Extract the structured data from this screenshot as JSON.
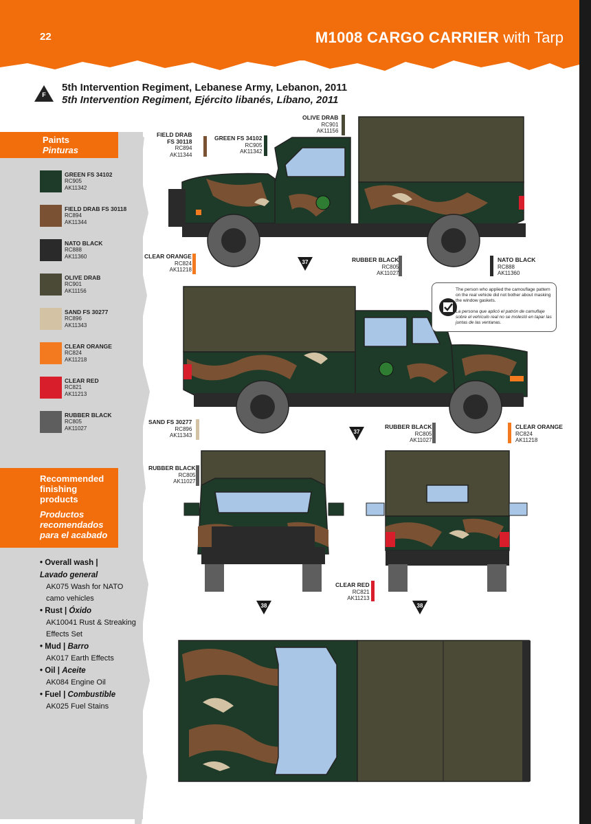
{
  "header": {
    "page_number": "22",
    "title_bold": "M1008 CARGO CARRIER",
    "title_light": "with Tarp"
  },
  "scheme": {
    "letter": "F",
    "title_en": "5th Intervention Regiment, Lebanese Army, Lebanon, 2011",
    "title_es": "5th Intervention Regiment, Ejército libanés, Líbano, 2011"
  },
  "paints": {
    "heading_en": "Paints",
    "heading_es": "Pinturas",
    "items": [
      {
        "name": "GREEN FS 34102",
        "rc": "RC905",
        "ak": "AK11342",
        "color": "#1e3a28"
      },
      {
        "name": "FIELD DRAB FS 30118",
        "rc": "RC894",
        "ak": "AK11344",
        "color": "#7a5233"
      },
      {
        "name": "NATO BLACK",
        "rc": "RC888",
        "ak": "AK11360",
        "color": "#2a2a2a"
      },
      {
        "name": "OLIVE DRAB",
        "rc": "RC901",
        "ak": "AK11156",
        "color": "#4a4a36"
      },
      {
        "name": "SAND FS 30277",
        "rc": "RC896",
        "ak": "AK11343",
        "color": "#d4c2a4"
      },
      {
        "name": "CLEAR ORANGE",
        "rc": "RC824",
        "ak": "AK11218",
        "color": "#f47a1f"
      },
      {
        "name": "CLEAR RED",
        "rc": "RC821",
        "ak": "AK11213",
        "color": "#d81e2a"
      },
      {
        "name": "RUBBER BLACK",
        "rc": "RC805",
        "ak": "AK11027",
        "color": "#5e5e5e"
      }
    ]
  },
  "finishing": {
    "heading_en": "Recommended finishing products",
    "heading_es": "Productos recomendados para el acabado",
    "items": [
      {
        "cat_en": "Overall wash |",
        "cat_es": "Lavado general",
        "product": "AK075 Wash for NATO camo vehicles"
      },
      {
        "cat_en": "Rust |",
        "cat_es": "Óxido",
        "product": "AK10041 Rust & Streaking Effects Set"
      },
      {
        "cat_en": "Mud |",
        "cat_es": "Barro",
        "product": "AK017 Earth Effects"
      },
      {
        "cat_en": "Oil |",
        "cat_es": "Aceite",
        "product": "AK084 Engine Oil"
      },
      {
        "cat_en": "Fuel |",
        "cat_es": "Combustible",
        "product": "AK025 Fuel Stains"
      }
    ]
  },
  "callouts": {
    "field_drab": {
      "l1": "FIELD DRAB",
      "l2": "FS 30118",
      "rc": "RC894",
      "ak": "AK11344"
    },
    "green": {
      "name": "GREEN FS 34102",
      "rc": "RC905",
      "ak": "AK11342"
    },
    "olive": {
      "name": "OLIVE DRAB",
      "rc": "RC901",
      "ak": "AK11156"
    },
    "orange1": {
      "name": "CLEAR ORANGE",
      "rc": "RC824",
      "ak": "AK11218"
    },
    "rubber1": {
      "name": "RUBBER BLACK",
      "rc": "RC805",
      "ak": "AK11027"
    },
    "nato": {
      "name": "NATO BLACK",
      "rc": "RC888",
      "ak": "AK11360"
    },
    "sand": {
      "name": "SAND FS 30277",
      "rc": "RC896",
      "ak": "AK11343"
    },
    "rubber2": {
      "name": "RUBBER BLACK",
      "rc": "RC805",
      "ak": "AK11027"
    },
    "orange2": {
      "name": "CLEAR ORANGE",
      "rc": "RC824",
      "ak": "AK11218"
    },
    "rubber3": {
      "name": "RUBBER BLACK",
      "rc": "RC805",
      "ak": "AK11027"
    },
    "red": {
      "name": "CLEAR RED",
      "rc": "RC821",
      "ak": "AK11213"
    }
  },
  "refs": {
    "r1": "37",
    "r2": "37",
    "r3": "38",
    "r4": "38"
  },
  "note": {
    "en": "The person who applied the camouflage pattern on the real vehicle did not bother about masking the window gaskets.",
    "es": "La persona que aplicó el patrón de camuflaje sobre el vehículo real no se molestó en tapar las juntas de las ventanas."
  }
}
